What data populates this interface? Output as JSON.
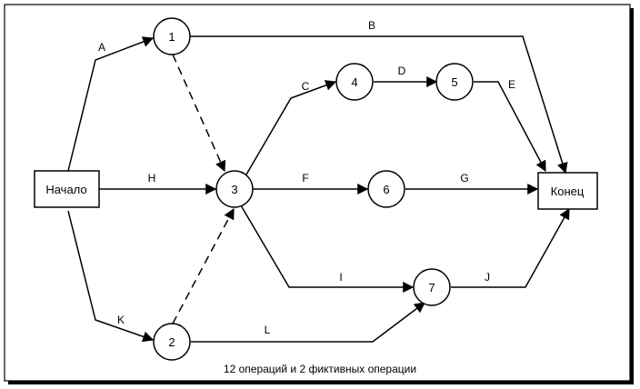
{
  "nodes": {
    "start": "Начало",
    "end": "Конец",
    "n1": "1",
    "n2": "2",
    "n3": "3",
    "n4": "4",
    "n5": "5",
    "n6": "6",
    "n7": "7"
  },
  "activities": {
    "A": "A",
    "B": "B",
    "C": "C",
    "D": "D",
    "E": "E",
    "F": "F",
    "G": "G",
    "H": "H",
    "I": "I",
    "J": "J",
    "K": "K",
    "L": "L"
  },
  "caption": "12 операций и 2 фиктивных операции"
}
